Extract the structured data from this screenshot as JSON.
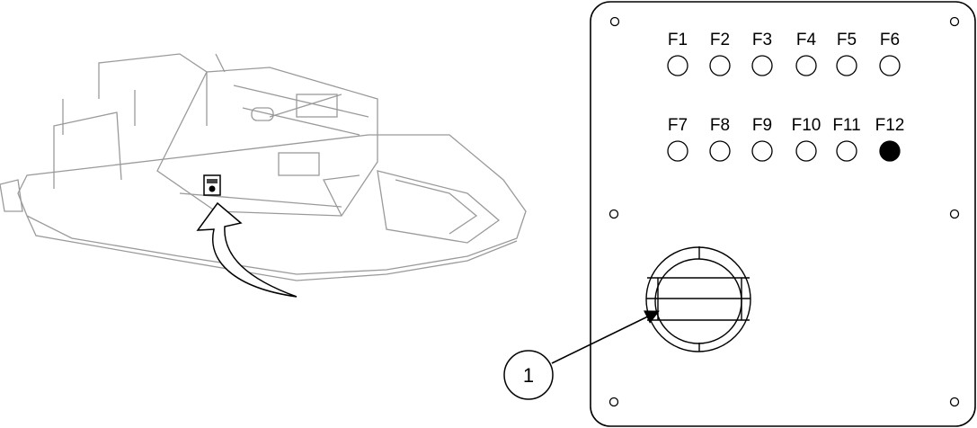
{
  "fuses": {
    "row1": [
      {
        "label": "F1",
        "active": false
      },
      {
        "label": "F2",
        "active": false
      },
      {
        "label": "F3",
        "active": false
      },
      {
        "label": "F4",
        "active": false
      },
      {
        "label": "F5",
        "active": false
      },
      {
        "label": "F6",
        "active": false
      }
    ],
    "row2": [
      {
        "label": "F7",
        "active": false
      },
      {
        "label": "F8",
        "active": false
      },
      {
        "label": "F9",
        "active": false
      },
      {
        "label": "F10",
        "active": false
      },
      {
        "label": "F11",
        "active": false
      },
      {
        "label": "F12",
        "active": true
      }
    ]
  },
  "callout": {
    "number": "1"
  },
  "colors": {
    "line": "#000000",
    "boat": "#9a9a9a",
    "active": "#000000"
  }
}
